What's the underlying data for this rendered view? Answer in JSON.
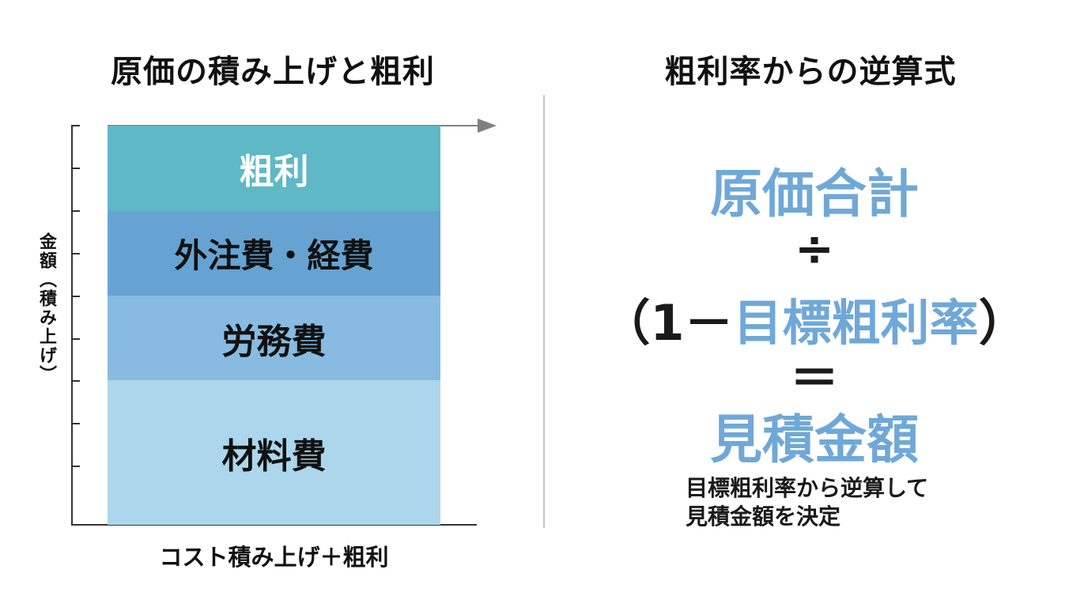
{
  "left": {
    "title": "原価の積み上げと粗利",
    "y_axis_label": "金額（積み上げ）",
    "x_axis_label": "コスト積み上げ＋粗利",
    "segments": [
      {
        "label": "粗利",
        "color": "#5fb8c6",
        "text_color": "#ffffff"
      },
      {
        "label": "外注費・経費",
        "color": "#66a3d2",
        "text_color": "#111111"
      },
      {
        "label": "労務費",
        "color": "#87bbe1",
        "text_color": "#111111"
      },
      {
        "label": "材料費",
        "color": "#acd6ec",
        "text_color": "#111111"
      }
    ]
  },
  "right": {
    "title": "粗利率からの逆算式",
    "formula": {
      "cost_total": "原価合計",
      "divide": "÷",
      "open_paren": "（1－",
      "target_rate": "目標粗利率",
      "close_paren": "）",
      "equals": "＝",
      "estimate": "見積金額"
    },
    "note_line1": "目標粗利率から逆算して",
    "note_line2": "見積金額を決定"
  },
  "colors": {
    "accent_blue": "#6fa8d8",
    "divider": "#c8c8c8"
  }
}
